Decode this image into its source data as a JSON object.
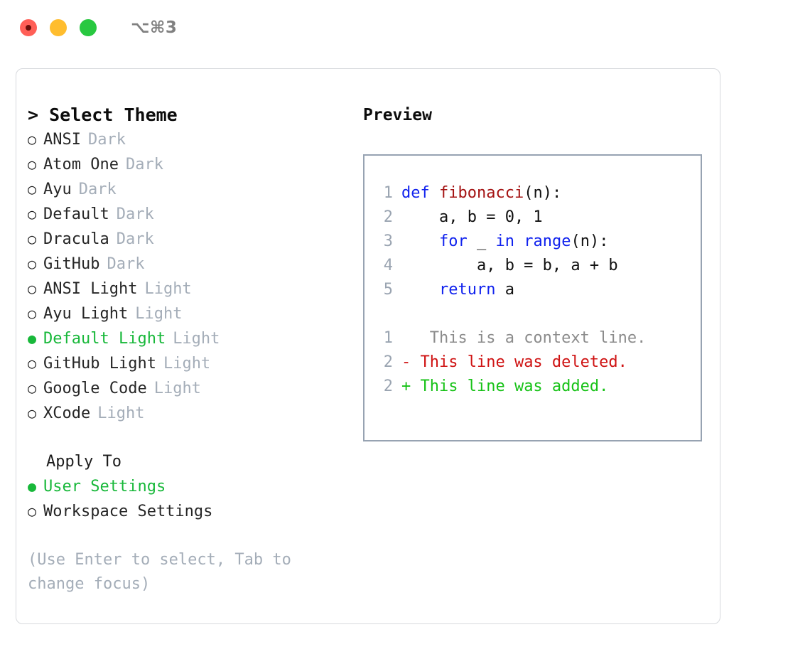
{
  "titlebar": {
    "shortcut": "⌥⌘3",
    "buttons": [
      {
        "name": "close",
        "color": "#ff5f57"
      },
      {
        "name": "minimize",
        "color": "#ffbd2e"
      },
      {
        "name": "maximize",
        "color": "#28c840"
      }
    ]
  },
  "theme_picker": {
    "heading": "> Select Theme",
    "bullet_selected": "●",
    "bullet_unselected": "○",
    "items": [
      {
        "label": "ANSI",
        "tag": "Dark",
        "selected": false
      },
      {
        "label": "Atom One",
        "tag": "Dark",
        "selected": false
      },
      {
        "label": "Ayu",
        "tag": "Dark",
        "selected": false
      },
      {
        "label": "Default",
        "tag": "Dark",
        "selected": false
      },
      {
        "label": "Dracula",
        "tag": "Dark",
        "selected": false
      },
      {
        "label": "GitHub",
        "tag": "Dark",
        "selected": false
      },
      {
        "label": "ANSI Light",
        "tag": "Light",
        "selected": false
      },
      {
        "label": "Ayu Light",
        "tag": "Light",
        "selected": false
      },
      {
        "label": "Default Light",
        "tag": "Light",
        "selected": true
      },
      {
        "label": "GitHub Light",
        "tag": "Light",
        "selected": false
      },
      {
        "label": "Google Code",
        "tag": "Light",
        "selected": false
      },
      {
        "label": "XCode",
        "tag": "Light",
        "selected": false
      }
    ]
  },
  "apply_to": {
    "heading": "Apply To",
    "items": [
      {
        "label": "User Settings",
        "selected": true
      },
      {
        "label": "Workspace Settings",
        "selected": false
      }
    ]
  },
  "hint": "(Use Enter to select, Tab to change focus)",
  "preview": {
    "title": "Preview",
    "code_lines": [
      {
        "num": "1",
        "segments": [
          {
            "text": "def ",
            "style": "kw"
          },
          {
            "text": "fibonacci",
            "style": "fn"
          },
          {
            "text": "(n):",
            "style": "plain"
          }
        ]
      },
      {
        "num": "2",
        "segments": [
          {
            "text": "    a, b = 0, 1",
            "style": "plain"
          }
        ]
      },
      {
        "num": "3",
        "segments": [
          {
            "text": "    ",
            "style": "plain"
          },
          {
            "text": "for",
            "style": "kw"
          },
          {
            "text": " _ ",
            "style": "plain"
          },
          {
            "text": "in",
            "style": "kw"
          },
          {
            "text": " ",
            "style": "plain"
          },
          {
            "text": "range",
            "style": "kw"
          },
          {
            "text": "(n):",
            "style": "plain"
          }
        ]
      },
      {
        "num": "4",
        "segments": [
          {
            "text": "        a, b = b, a + b",
            "style": "plain"
          }
        ]
      },
      {
        "num": "5",
        "segments": [
          {
            "text": "    ",
            "style": "plain"
          },
          {
            "text": "return",
            "style": "kw"
          },
          {
            "text": " a",
            "style": "plain"
          }
        ]
      }
    ],
    "diff_lines": [
      {
        "num": "1",
        "marker": " ",
        "text": "  This is a context line.",
        "style": "ctx"
      },
      {
        "num": "2",
        "marker": "-",
        "text": " This line was deleted.",
        "style": "del"
      },
      {
        "num": "2",
        "marker": "+",
        "text": " This line was added.",
        "style": "add"
      }
    ]
  },
  "colors": {
    "accent_green": "#18b83a",
    "muted": "#a4adb8",
    "keyword_blue": "#1022ee",
    "function_red": "#a41212",
    "diff_add": "#17c217",
    "diff_del": "#cf1313",
    "panel_border": "#97a3b2",
    "window_border": "#d7d9dd"
  }
}
